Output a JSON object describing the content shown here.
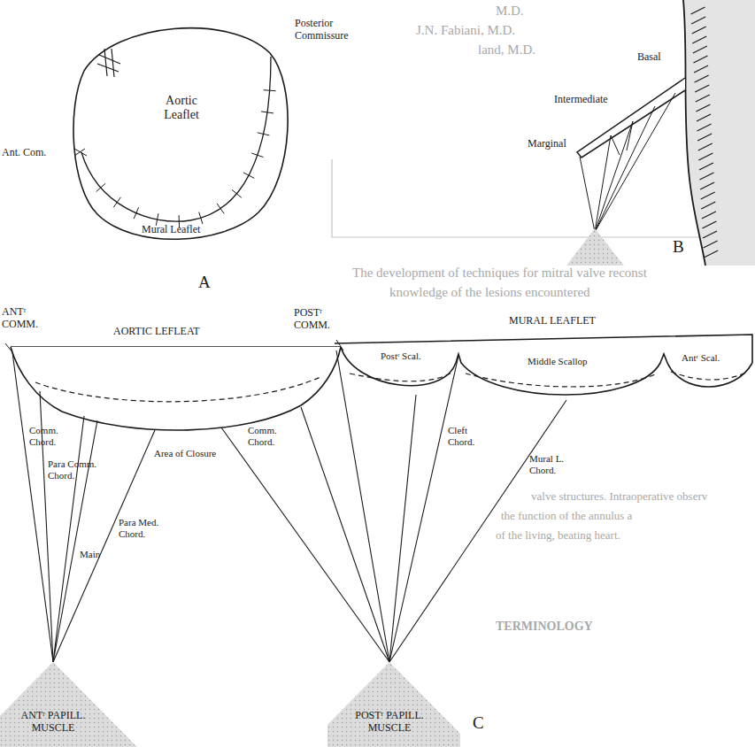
{
  "diagram": {
    "nodes": [
      {
        "text": [
          "ANTʳ PAPILL. MUSCLE"
        ]
      },
      {
        "text": [
          "POSTʳ PAPILL. MUSCLE"
        ]
      }
    ],
    "labels": [
      "Aortic Leaflet",
      "Posterior Commissure",
      "Ant. Com.",
      "Mural Leaflet",
      "A",
      "Basal",
      "Intermediate",
      "Marginal",
      "B",
      "ANTʳ COMM.",
      "AORTIC LEFLEAT",
      "POSTʳ COMM.",
      "MURAL LEAFLET",
      "Postʳ Scal.",
      "Middle Scallop",
      "Antʳ Scal.",
      "Comm. Chord.",
      "Para Comm. Chord.",
      "Area of Closure",
      "Main",
      "Para Med. Chord.",
      "Comm. Chord.",
      "Cleft Chord.",
      "Mural L. Chord.",
      "C",
      "M.D.",
      "J.N. Fabiani, M.D.",
      "land, M.D.",
      "The development of techniques for mitral valve reconst",
      "knowledge of the lesions encountered",
      "valve structures. Intraoperative observ",
      "the function of the annulus a",
      "of the living, beating heart.",
      "TERMINOLOGY"
    ]
  }
}
